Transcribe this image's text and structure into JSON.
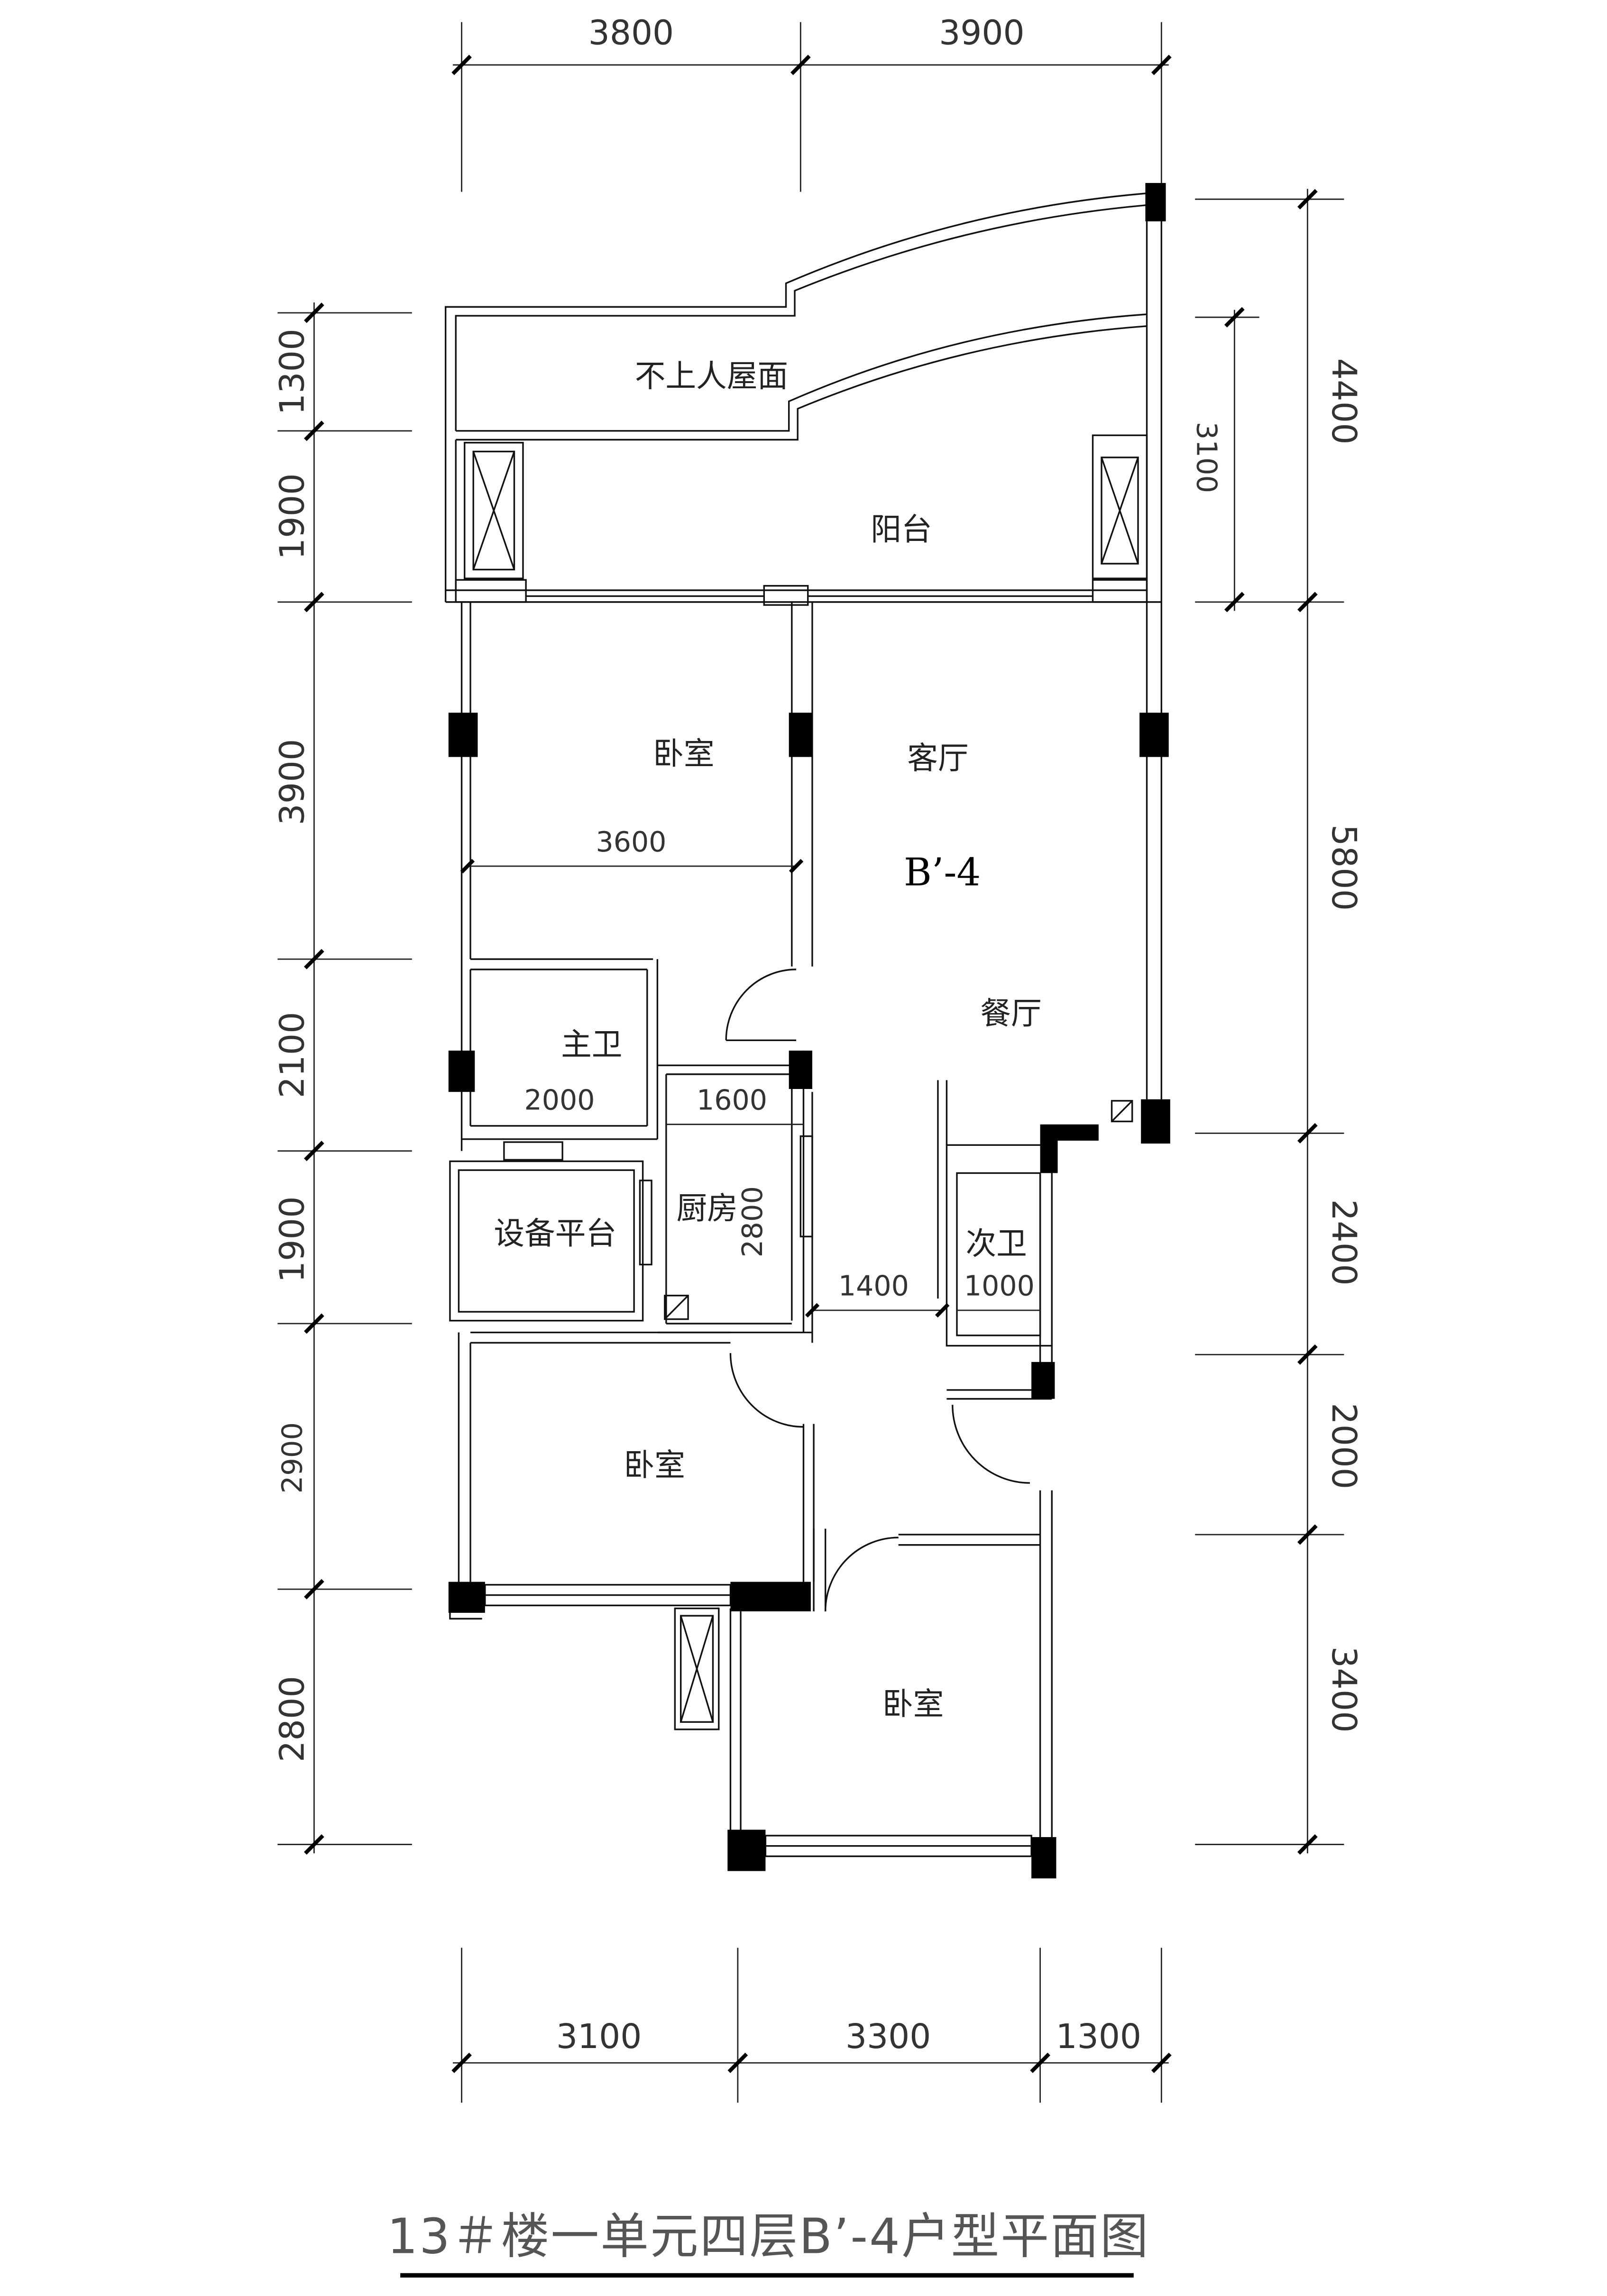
{
  "title": "13＃楼一单元四层B’-4户型平面图",
  "unit_code": "B’-4",
  "rooms": {
    "roof": "不上人屋面",
    "balcony": "阳台",
    "bedroom_top": "卧室",
    "living_room": "客厅",
    "dining_room": "餐厅",
    "master_bath": "主卫",
    "kitchen": "厨房",
    "equipment_platform": "设备平台",
    "second_bath": "次卫",
    "bedroom_middle": "卧室",
    "bedroom_bottom": "卧室"
  },
  "dimensions": {
    "top": [
      "3800",
      "3900"
    ],
    "left": [
      "1300",
      "1900",
      "3900",
      "2100",
      "1900",
      "2900",
      "2800"
    ],
    "right": [
      "4400",
      "5800",
      "2400",
      "2000",
      "3400"
    ],
    "right_inner": "3100",
    "bottom": [
      "3100",
      "3300",
      "1300"
    ],
    "interior": {
      "bedroom_top_width": "3600",
      "master_bath_width": "2000",
      "kitchen_width": "1600",
      "kitchen_depth": "2800",
      "corridor_width": "1400",
      "second_bath_width": "1000"
    }
  }
}
